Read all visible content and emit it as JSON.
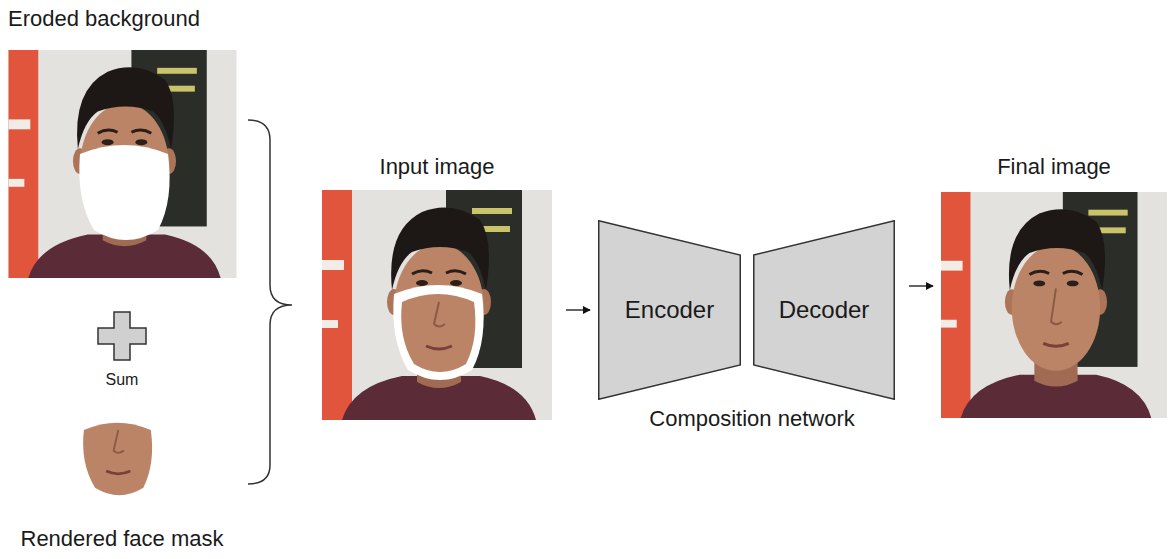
{
  "diagram": {
    "nodes": [
      {
        "text": [
          "Eroded background"
        ]
      },
      {
        "text": [
          "Rendered face mask"
        ]
      },
      {
        "text": [
          "Input image"
        ]
      },
      {
        "text": [
          "Encoder"
        ]
      },
      {
        "text": [
          "Decoder"
        ]
      },
      {
        "text": [
          "Final image"
        ]
      }
    ],
    "edges": [
      {
        "from": 2,
        "to": 3,
        "arrow": "to"
      },
      {
        "from": 4,
        "to": 5,
        "arrow": "to"
      }
    ],
    "labels": [
      "Sum",
      "Composition network"
    ]
  }
}
